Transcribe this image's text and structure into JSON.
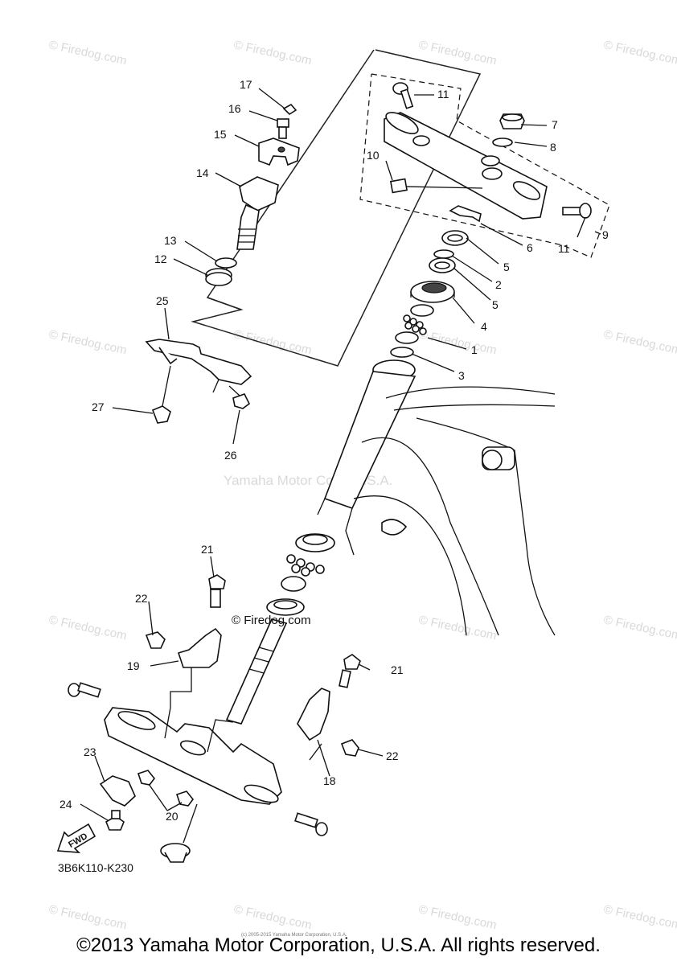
{
  "watermarks": {
    "firedog": "© Firedog.com",
    "yamaha_corp": "Yamaha Motor Corp, U.S.A.",
    "center_firedog": "© Firedog.com"
  },
  "callouts": {
    "p1": "1",
    "p2": "2",
    "p3": "3",
    "p4": "4",
    "p5a": "5",
    "p5b": "5",
    "p6": "6",
    "p7": "7",
    "p8": "8",
    "p9": "9",
    "p10": "10",
    "p11a": "11",
    "p11b": "11",
    "p12": "12",
    "p13": "13",
    "p14": "14",
    "p15": "15",
    "p16": "16",
    "p17": "17",
    "p18": "18",
    "p19": "19",
    "p20": "20",
    "p21a": "21",
    "p21b": "21",
    "p22a": "22",
    "p22b": "22",
    "p23": "23",
    "p24": "24",
    "p25": "25",
    "p26": "26",
    "p27": "27"
  },
  "fwd_label": "FWD",
  "diagram_code": "3B6K110-K230",
  "tiny_copyright": "(c) 2005-2015 Yamaha Motor Corporation, U.S.A.",
  "copyright": "©2013 Yamaha Motor Corporation, U.S.A. All rights reserved."
}
